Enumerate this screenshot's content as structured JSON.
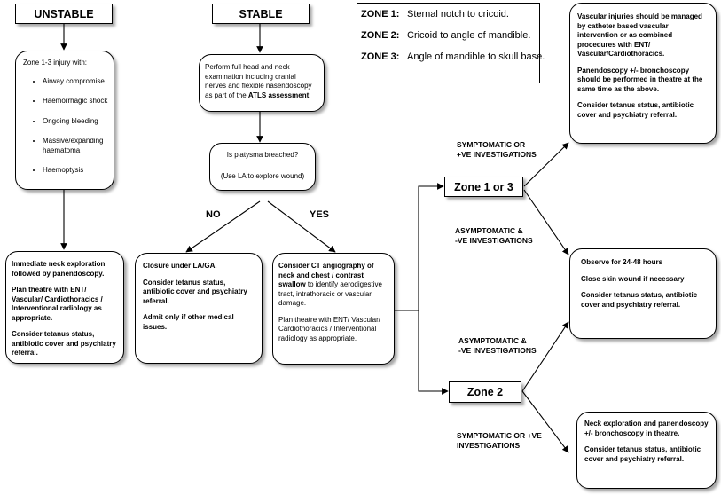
{
  "headers": {
    "unstable": "UNSTABLE",
    "stable": "STABLE"
  },
  "zones": [
    {
      "key": "ZONE 1:",
      "desc": "Sternal notch to cricoid."
    },
    {
      "key": "ZONE 2:",
      "desc": "Cricoid to angle of mandible."
    },
    {
      "key": "ZONE 3:",
      "desc": "Angle of mandible to skull base."
    }
  ],
  "unstable_criteria": {
    "title": "Zone 1-3 injury with:",
    "items": [
      "Airway compromise",
      "Haemorrhagic shock",
      "Ongoing bleeding",
      "Massive/expanding haematoma",
      "Haemoptysis"
    ]
  },
  "stable_exam": {
    "text": "Perform full head and neck examination including cranial nerves and flexible nasendoscopy as part of the ",
    "bold": "ATLS assessment",
    "end": "."
  },
  "platysma": {
    "question": "Is platysma breached?",
    "note": "(Use LA to explore wound)"
  },
  "branch_labels": {
    "no": "NO",
    "yes": "YES"
  },
  "immediate": [
    "Immediate neck exploration followed by panendoscopy.",
    "Plan theatre with ENT/ Vascular/ Cardiothoracics / Interventional radiology as appropriate.",
    "Consider tetanus status, antibiotic cover and psychiatry referral."
  ],
  "closure": [
    "Closure under LA/GA.",
    "Consider tetanus status, antibiotic cover and psychiatry referral.",
    "Admit only if other medical issues."
  ],
  "ct": {
    "bold": "Consider CT angiography of neck and chest / contrast swallow",
    "rest": " to identify aerodigestive tract, intrathoracic or vascular damage.",
    "plan": "Plan theatre with ENT/ Vascular/ Cardiothoracics / Interventional radiology as appropriate."
  },
  "zone13": "Zone 1 or 3",
  "zone2": "Zone 2",
  "condition_labels": {
    "symp_top": [
      "SYMPTOMATIC  OR",
      "+VE INVESTIGATIONS"
    ],
    "asymp_top": [
      "ASYMPTOMATIC &",
      "-VE INVESTIGATIONS"
    ],
    "asymp_bottom": [
      "ASYMPTOMATIC &",
      "-VE INVESTIGATIONS"
    ],
    "symp_bottom": [
      "SYMPTOMATIC  OR +VE",
      "INVESTIGATIONS"
    ]
  },
  "vascular": [
    "Vascular injuries should be managed by catheter based vascular intervention or as combined procedures with ENT/ Vascular/Cardiothoracics.",
    "Panendoscopy +/- bronchoscopy should be performed in theatre at the same time as the above.",
    "Consider tetanus status, antibiotic cover and psychiatry referral."
  ],
  "observe": [
    "Observe for 24-48 hours",
    "Close skin wound if necessary",
    "Consider tetanus status, antibiotic cover and psychiatry referral."
  ],
  "neck_explore": [
    "Neck exploration and panendoscopy +/- bronchoscopy in theatre.",
    "Consider tetanus status, antibiotic cover and psychiatry referral."
  ]
}
